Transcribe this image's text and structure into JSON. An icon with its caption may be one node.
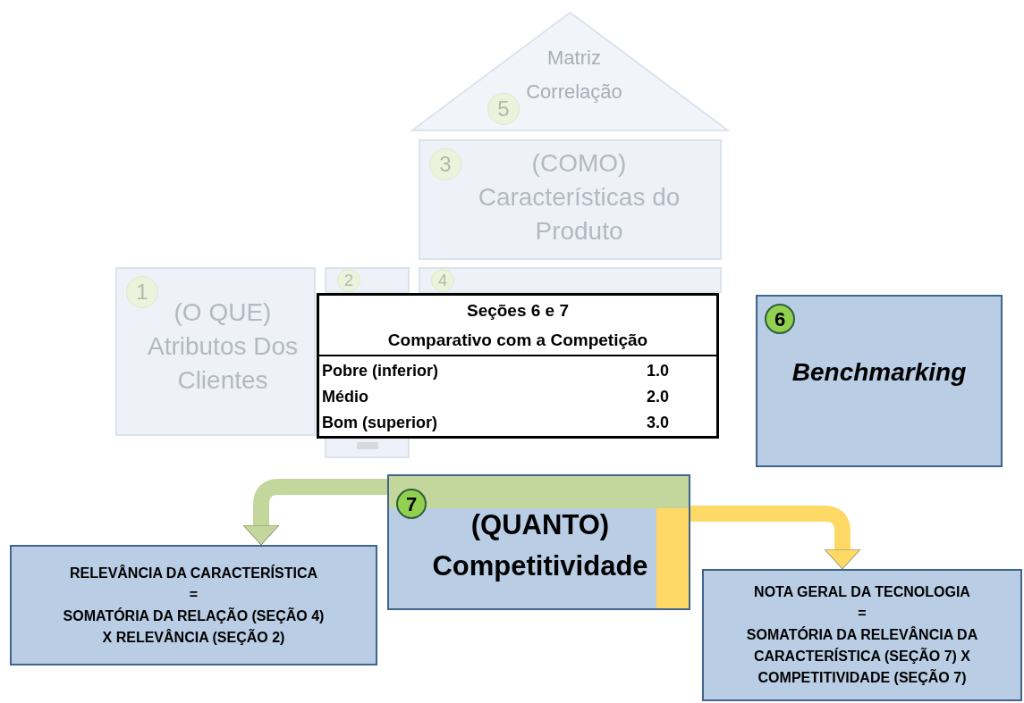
{
  "diagram": {
    "nodes": [
      {
        "text": [
          "5",
          "Matriz Correlação"
        ]
      },
      {
        "text": [
          "3",
          "(COMO) Características do Produto"
        ]
      },
      {
        "text": [
          "1",
          "(O QUE) Atributos Dos Clientes"
        ]
      },
      {
        "text": [
          "2"
        ]
      },
      {
        "text": [
          "4"
        ]
      },
      {
        "text": [
          "Seções 6 e 7",
          "Comparativo com a Competição"
        ]
      },
      {
        "text": [],
        "shape": "box"
      },
      {
        "text": [
          "6",
          "Benchmarking"
        ]
      },
      {
        "text": [
          "7",
          "(QUANTO) Competitividade"
        ]
      },
      {
        "text": [
          "RELEVÂNCIA DA CARACTERÍSTICA",
          "=",
          "SOMATÓRIA DA RELAÇÃO (SEÇÃO 4) X RELEVÂNCIA (SEÇÃO 2)"
        ]
      },
      {
        "text": [
          "NOTA GERAL DA TECNOLOGIA",
          "=",
          "SOMATÓRIA DA RELEVÂNCIA DA CARACTERÍSTICA (SEÇÃO 7) X COMPETITIVIDADE (SEÇÃO 7)"
        ]
      }
    ],
    "edges": [
      {
        "from": 8,
        "to": 9,
        "arrow": "to",
        "color": "#c3d69b"
      },
      {
        "from": 8,
        "to": 10,
        "arrow": "to",
        "color": "#ffd966"
      }
    ],
    "labels": [
      "Pobre (inferior)",
      "1.0",
      "Médio",
      "2.0",
      "Bom (superior)",
      "3.0"
    ]
  }
}
